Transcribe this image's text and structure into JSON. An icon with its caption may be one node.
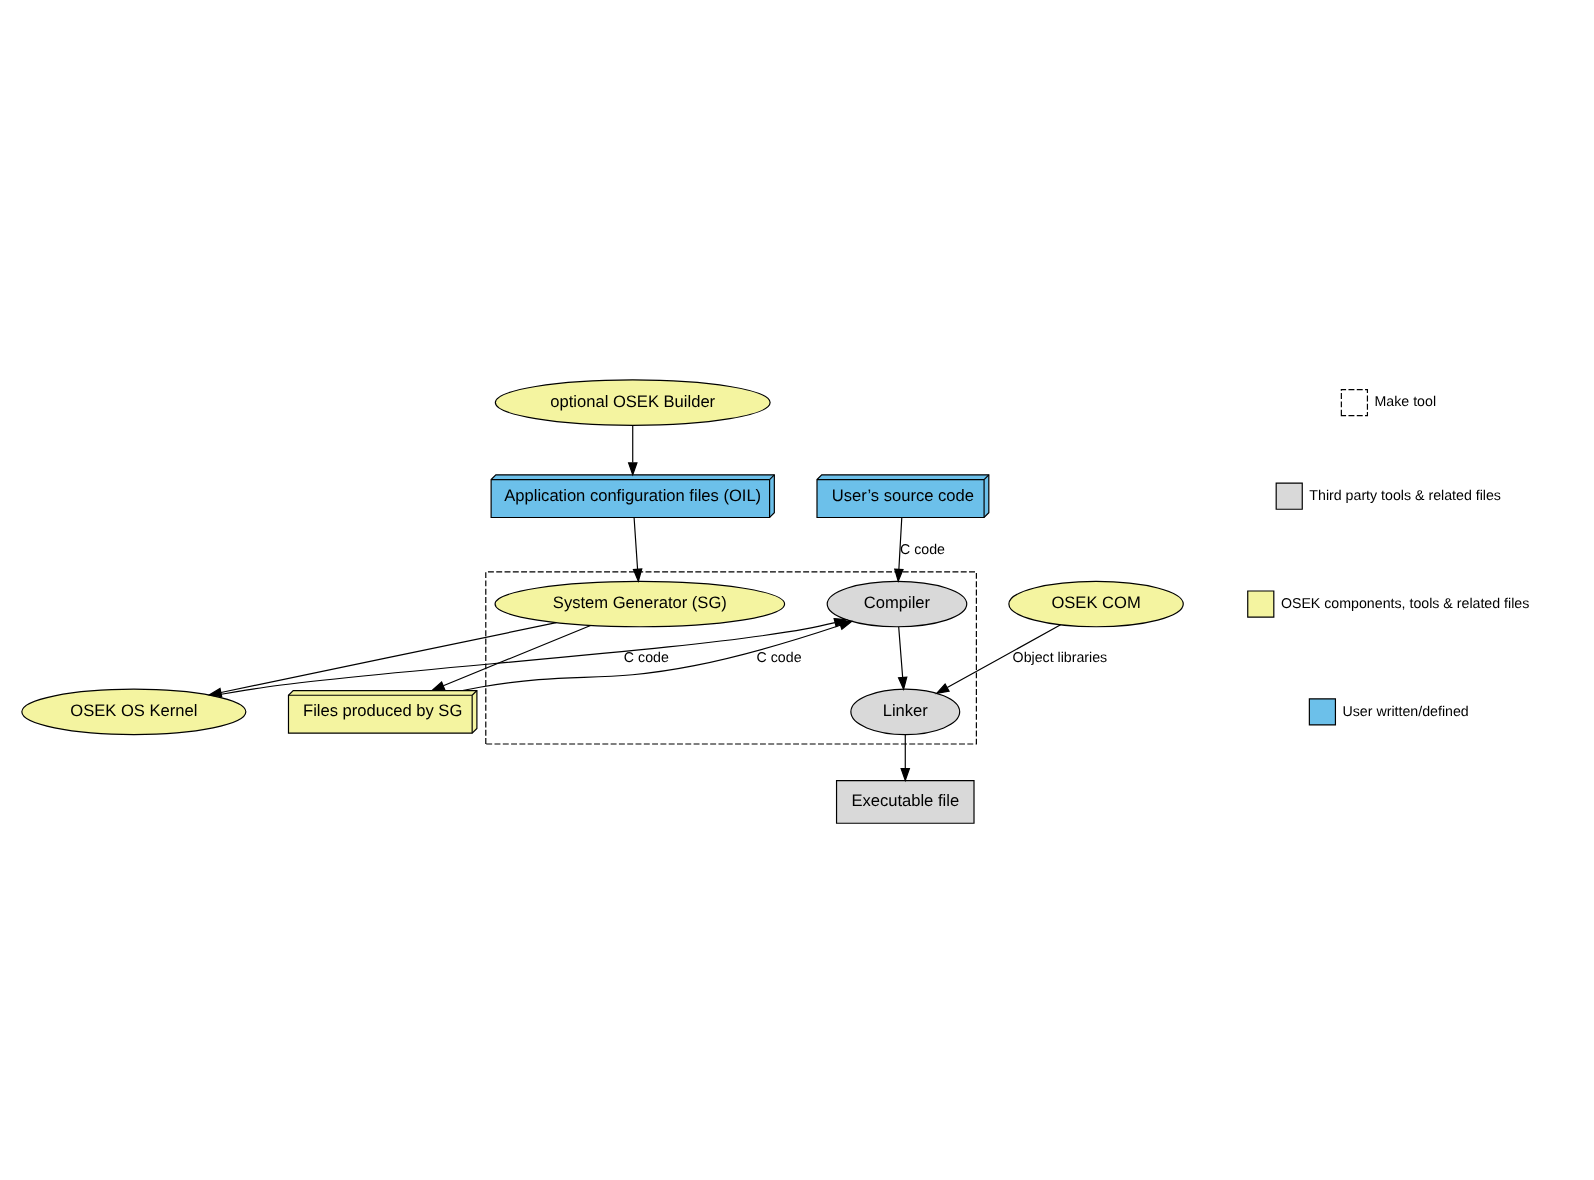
{
  "diagram": {
    "nodes": [
      {
        "text": [
          "optional OSEK Builder"
        ]
      },
      {
        "text": [
          "Application configuration files (OIL)"
        ]
      },
      {
        "text": [
          "User’s source code"
        ]
      },
      {
        "text": [],
        "shape": "box"
      },
      {
        "text": [
          "System Generator (SG)"
        ],
        "in": 3
      },
      {
        "text": [
          "Files produced by SG"
        ]
      },
      {
        "text": [
          "OSEK OS Kernel"
        ]
      },
      {
        "text": [
          "OSEK COM"
        ]
      },
      {
        "text": [
          "Compiler"
        ],
        "in": 3
      },
      {
        "text": [
          "Linker"
        ],
        "in": 3
      },
      {
        "text": [
          "Executable file"
        ]
      }
    ],
    "edges": [
      {
        "from": 0,
        "to": 1,
        "arrow": "to"
      },
      {
        "from": 1,
        "to": 4,
        "arrow": "to"
      },
      {
        "from": 2,
        "to": 8,
        "arrow": "to",
        "label": "C code"
      },
      {
        "from": 4,
        "to": 6,
        "arrow": "to"
      },
      {
        "from": 4,
        "to": 5,
        "arrow": "to"
      },
      {
        "from": 5,
        "to": 8,
        "arrow": "to",
        "label": "C code"
      },
      {
        "from": 6,
        "to": 8,
        "arrow": "to",
        "label": "C code"
      },
      {
        "from": 7,
        "to": 9,
        "arrow": "to",
        "label": "Object libraries"
      },
      {
        "from": 8,
        "to": 9,
        "arrow": "to"
      },
      {
        "from": 9,
        "to": 10,
        "arrow": "to"
      }
    ],
    "legend": [
      {
        "text": "Make tool"
      },
      {
        "text": "Third party tools & related files",
        "color": "#d9d9d9"
      },
      {
        "text": "OSEK components, tools & related files",
        "color": "#f4f4a0"
      },
      {
        "text": "User written/defined",
        "color": "#6cc0ea"
      }
    ]
  }
}
